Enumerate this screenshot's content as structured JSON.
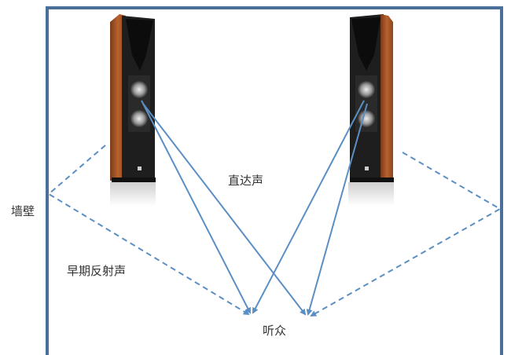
{
  "labels": {
    "wall": "墙壁",
    "direct_sound": "直达声",
    "early_reflection": "早期反射声",
    "listener": "听众"
  },
  "colors": {
    "wall": "#4a6f9a",
    "sound_path": "#5b8fc4",
    "speaker_wood": "#a8582c",
    "speaker_front": "#1e1e1e"
  }
}
